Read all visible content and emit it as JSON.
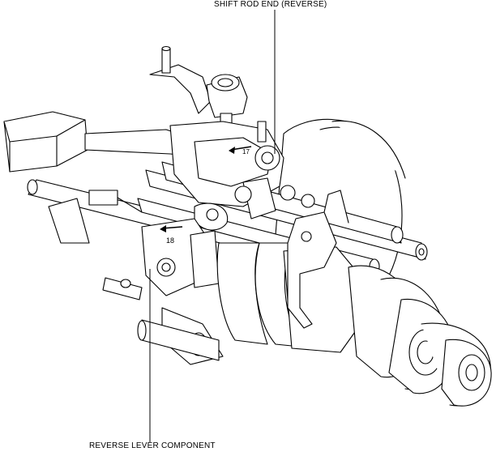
{
  "callouts": {
    "shift_rod_end": "SHIFT ROD END (REVERSE)",
    "reverse_lever": "REVERSE LEVER COMPONENT"
  },
  "arrows": {
    "upper": "17",
    "lower": "18"
  }
}
